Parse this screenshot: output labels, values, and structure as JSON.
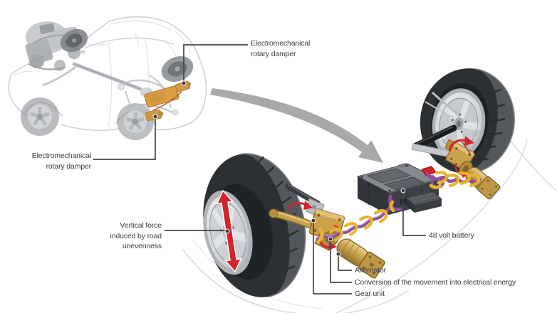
{
  "labels": {
    "damper_callout_top": "Electromechanical rotary damper",
    "damper_callout_left": "Electromechanical rotary damper",
    "vertical_force": "Vertical force induced by road unevenness",
    "battery": "48 volt battery",
    "alternator": "Alternator",
    "conversion": "Conversion of the movement into electrical energy",
    "gear_unit": "Gear unit"
  },
  "colors": {
    "background": "#ffffff",
    "label_text": "#3c3c3c",
    "leader_line": "#454545",
    "arrow_gray": "#a7a9ab",
    "arrow_red": "#d4232c",
    "component_gold": "#c9a24b",
    "gold_shadow": "#8a6d33",
    "gold_highlight": "#e7d08f",
    "cable_purple": "#8e4f9e",
    "clip_yellow": "#e9b32b",
    "battery_top": "#878b90",
    "battery_side": "#31353a",
    "battery_face": "#3d4146",
    "connector_red": "#d2232a",
    "tire_dark": "#2d3032",
    "tread_gray": "#54585c",
    "rim_silver": "#d6d9dc",
    "car_ghost": "#cbced2",
    "highlight_orange": "#d9952f"
  }
}
